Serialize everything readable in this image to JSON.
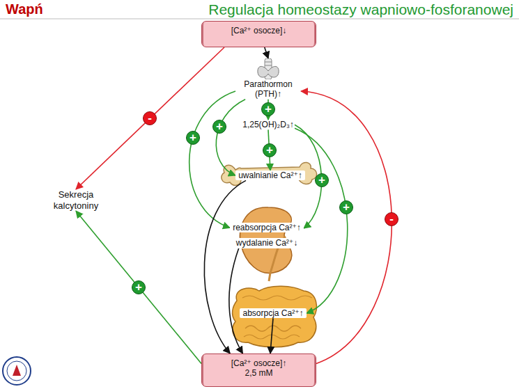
{
  "diagram": {
    "title": "Regulacja homeostazy wapniowo-fosforanowej",
    "nodes": [
      {
        "text": [
          "[Ca²⁺ osocze]↓"
        ]
      },
      {
        "text": [
          "Parathormon (PTH)↑"
        ]
      },
      {
        "text": [
          "1,25(OH)₂D₃↑"
        ]
      },
      {
        "text": [
          "uwalnianie Ca²⁺↑"
        ]
      },
      {
        "text": [
          "reabsorpcja Ca²⁺↑",
          "wydalanie Ca²⁺↓"
        ]
      },
      {
        "text": [
          "absorpcja Ca²⁺↑"
        ]
      },
      {
        "text": [
          "[Ca²⁺ osocze]↑",
          "2,5 mM"
        ]
      },
      {
        "text": [
          "Sekrecja kalcytoniny"
        ]
      }
    ],
    "edges": [
      {
        "from": 0,
        "to": 1,
        "arrow": "to"
      },
      {
        "from": 0,
        "to": 7,
        "label": "-",
        "arrow": "to"
      },
      {
        "from": 1,
        "to": 2,
        "label": "+",
        "arrow": "to"
      },
      {
        "from": 2,
        "to": 3,
        "label": "+",
        "arrow": "to"
      },
      {
        "from": 1,
        "to": 3,
        "label": "+",
        "arrow": "to"
      },
      {
        "from": 1,
        "to": 4,
        "label": "+",
        "arrow": "to"
      },
      {
        "from": 2,
        "to": 4,
        "label": "+",
        "arrow": "to"
      },
      {
        "from": 2,
        "to": 5,
        "label": "+",
        "arrow": "to"
      },
      {
        "from": 6,
        "to": 1,
        "label": "-",
        "arrow": "to"
      },
      {
        "from": 6,
        "to": 7,
        "label": "+",
        "arrow": "to"
      },
      {
        "from": 3,
        "to": 6,
        "arrow": "to"
      },
      {
        "from": 4,
        "to": 6,
        "arrow": "to"
      },
      {
        "from": 5,
        "to": 6,
        "arrow": "to"
      }
    ],
    "labels": [
      "Wapń"
    ]
  }
}
